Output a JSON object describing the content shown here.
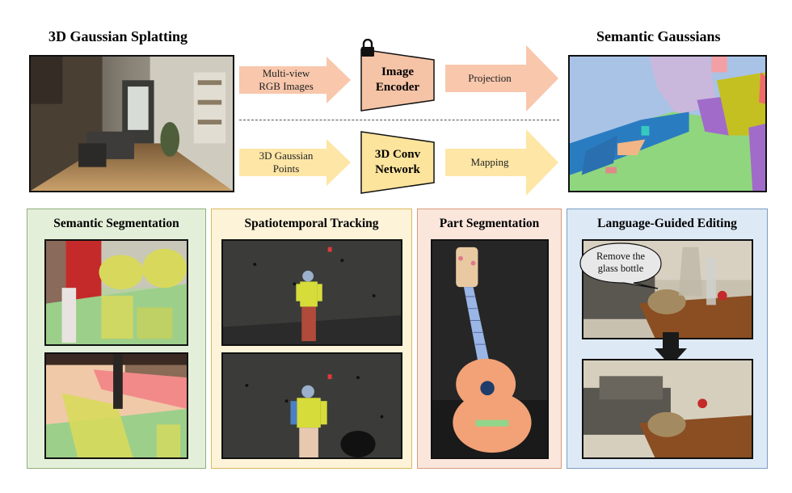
{
  "titles": {
    "left": "3D Gaussian Splatting",
    "right": "Semantic Gaussians"
  },
  "pipeline": {
    "top": {
      "input_line1": "Multi-view",
      "input_line2": "RGB Images",
      "module_line1": "Image",
      "module_line2": "Encoder",
      "output": "Projection"
    },
    "bottom": {
      "input_line1": "3D Gaussian",
      "input_line2": "Points",
      "module_line1": "3D Conv",
      "module_line2": "Network",
      "output": "Mapping"
    }
  },
  "panels": [
    {
      "title": "Semantic Segmentation",
      "bg": "#e4efd9",
      "border": "#8fb07a"
    },
    {
      "title": "Spatiotemporal Tracking",
      "bg": "#fdf3d8",
      "border": "#d9b85f"
    },
    {
      "title": "Part Segmentation",
      "bg": "#fbe6dc",
      "border": "#d99a7c"
    },
    {
      "title": "Language-Guided Editing",
      "bg": "#dde9f5",
      "border": "#7b9dc2"
    }
  ],
  "editing": {
    "bubble_line1": "Remove the",
    "bubble_line2": "glass bottle"
  },
  "colors": {
    "salmon_arrow": "#f8c7ac",
    "yellow_arrow": "#fde6a6",
    "encoder": "#f5c3a6",
    "conv": "#fde49c",
    "dashed": "#555555"
  },
  "icons": [
    "lock-icon",
    "down-arrow-icon"
  ]
}
